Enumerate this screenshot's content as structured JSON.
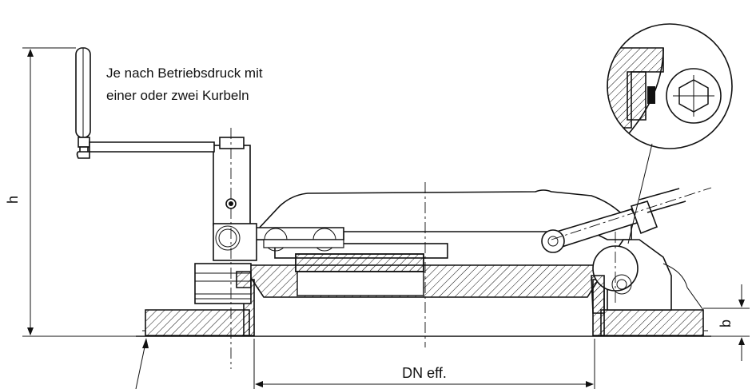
{
  "note": {
    "line1": "Je nach Betriebsdruck mit",
    "line2": "einer oder zwei Kurbeln"
  },
  "dimensions": {
    "height_label": "h",
    "thickness_label": "b",
    "diameter_label": "DN eff."
  },
  "colors": {
    "line": "#111111",
    "background": "#ffffff"
  }
}
